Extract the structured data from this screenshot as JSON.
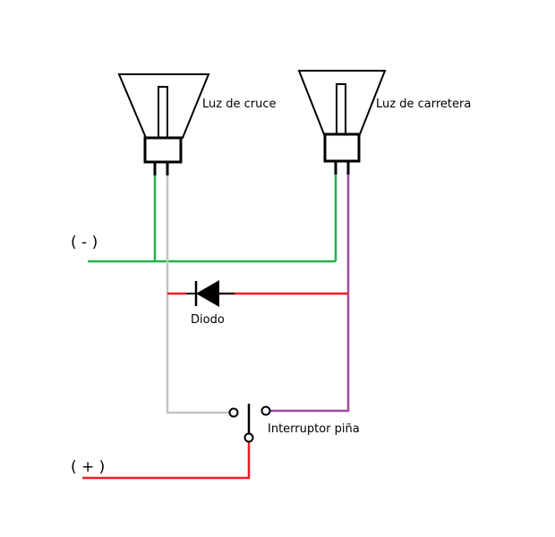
{
  "labels": {
    "low_beam": "Luz de cruce",
    "high_beam": "Luz de carretera",
    "negative": "( - )",
    "positive": "( + )",
    "diode": "Diodo",
    "switch": "Interruptor piña"
  },
  "colors": {
    "ground_wire": "#22b14c",
    "positive_wire": "#ed1c24",
    "low_beam_wire": "#c3c3c3",
    "high_beam_wire": "#a349a4",
    "outline": "#000000"
  }
}
